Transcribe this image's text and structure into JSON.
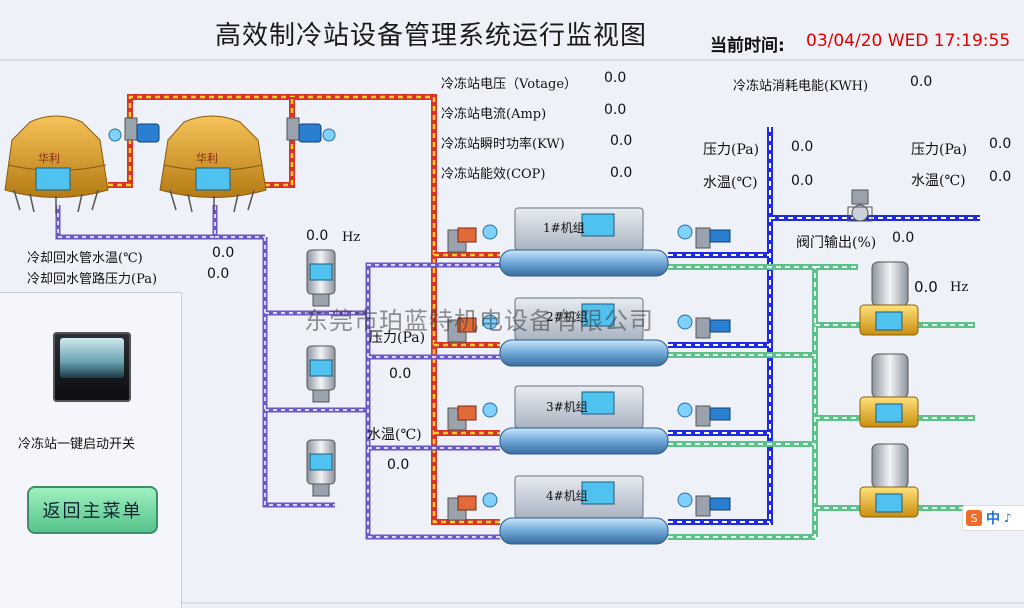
{
  "header": {
    "title": "高效制冷站设备管理系统运行监视图",
    "time_label": "当前时间:",
    "time_value": "03/04/20 WED 17:19:55"
  },
  "station": {
    "voltage_label": "冷冻站电压（Votage）",
    "voltage": "0.0",
    "current_label": "冷冻站电流(Amp)",
    "current": "0.0",
    "power_label": "冷冻站瞬时功率(KW)",
    "power": "0.0",
    "cop_label": "冷冻站能效(COP)",
    "cop": "0.0",
    "energy_label": "冷冻站消耗电能(KWH)",
    "energy": "0.0"
  },
  "cooling": {
    "return_temp_label": "冷却回水管水温(℃)",
    "return_temp": "0.0",
    "return_pressure_label": "冷却回水管路压力(Pa)",
    "return_pressure": "0.0",
    "pump_freq": "0.0",
    "pump_freq_unit": "Hz",
    "pressure_label": "压力(Pa)",
    "pressure": "0.0",
    "temp_label": "水温(℃)",
    "temp": "0.0"
  },
  "chilled": {
    "pressure1_label": "压力(Pa)",
    "pressure1": "0.0",
    "temp1_label": "水温(℃)",
    "temp1": "0.0",
    "pressure2_label": "压力(Pa)",
    "pressure2": "0.0",
    "temp2_label": "水温(℃)",
    "temp2": "0.0",
    "valve_label": "阀门输出(%)",
    "valve": "0.0",
    "pump_freq": "0.0",
    "pump_freq_unit": "Hz"
  },
  "towers": [
    {
      "badge": "华利"
    },
    {
      "badge": "华利"
    }
  ],
  "chillers": [
    {
      "label": "1#机组"
    },
    {
      "label": "2#机组"
    },
    {
      "label": "3#机组"
    },
    {
      "label": "4#机组"
    }
  ],
  "controls": {
    "start_label": "冷冻站一键启动开关",
    "menu_label": "返回主菜单"
  },
  "watermark": "东莞市珀蓝特机电设备有限公司",
  "ime": {
    "icon": "S",
    "lang": "中",
    "extra": "♪"
  },
  "colors": {
    "cooling_pipe": "#d8322b",
    "cooling_fill": "#f2d22a",
    "return_pipe": "#6b58c9",
    "chilled_pipe": "#1f2be0",
    "condenser_pipe": "#5cc28a",
    "tower": "#e0a52a",
    "lcd": "#4fc2f0"
  }
}
